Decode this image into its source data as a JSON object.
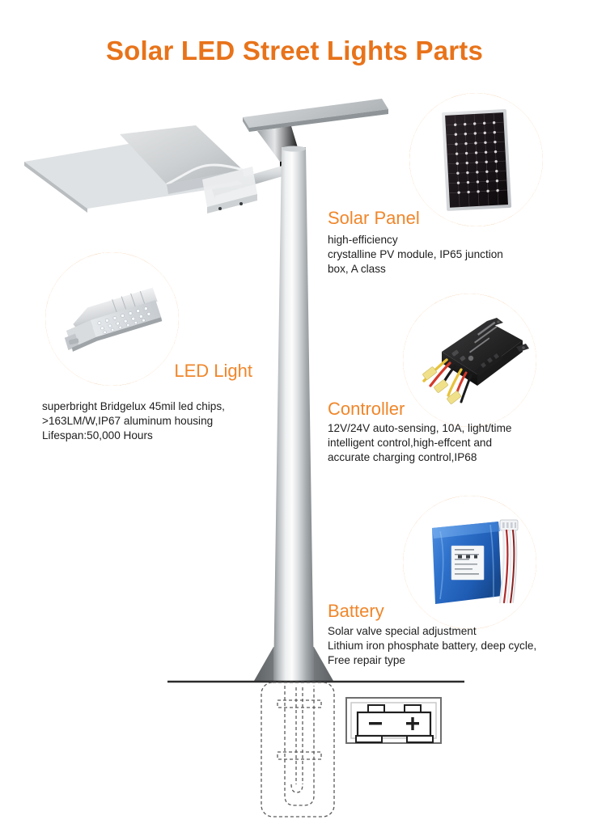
{
  "page": {
    "title": "Solar LED Street Lights Parts",
    "background_color": "#ffffff",
    "title_color": "#e8731a",
    "accent_color": "#f0862a",
    "ring_color": "#e8862a",
    "body_text_color": "#1d1d1d"
  },
  "callouts": [
    {
      "id": "solar-panel",
      "heading": "Solar Panel",
      "body": "high-efficiency\ncrystalline PV module, IP65 junction\nbox, A class",
      "image_name": "solar-panel-photo"
    },
    {
      "id": "led-light",
      "heading": "LED Light",
      "body": "superbright Bridgelux 45mil led chips,\n>163LM/W,IP67 aluminum housing\nLifespan:50,000 Hours",
      "image_name": "led-light-photo"
    },
    {
      "id": "controller",
      "heading": "Controller",
      "body": "12V/24V auto-sensing, 10A, light/time\nintelligent control,high-effcent and\naccurate charging control,IP68",
      "image_name": "controller-photo"
    },
    {
      "id": "battery",
      "heading": "Battery",
      "body": "Solar valve special adjustment\nLithium iron phosphate battery, deep cycle,\nFree repair type",
      "image_name": "battery-photo"
    }
  ],
  "diagram": {
    "pole_name": "street-light-pole",
    "ground_line_name": "ground-line",
    "foundation_name": "underground-foundation",
    "battery_box": {
      "name": "battery-box-diagram",
      "negative_terminal": "−",
      "positive_terminal": "+"
    }
  }
}
